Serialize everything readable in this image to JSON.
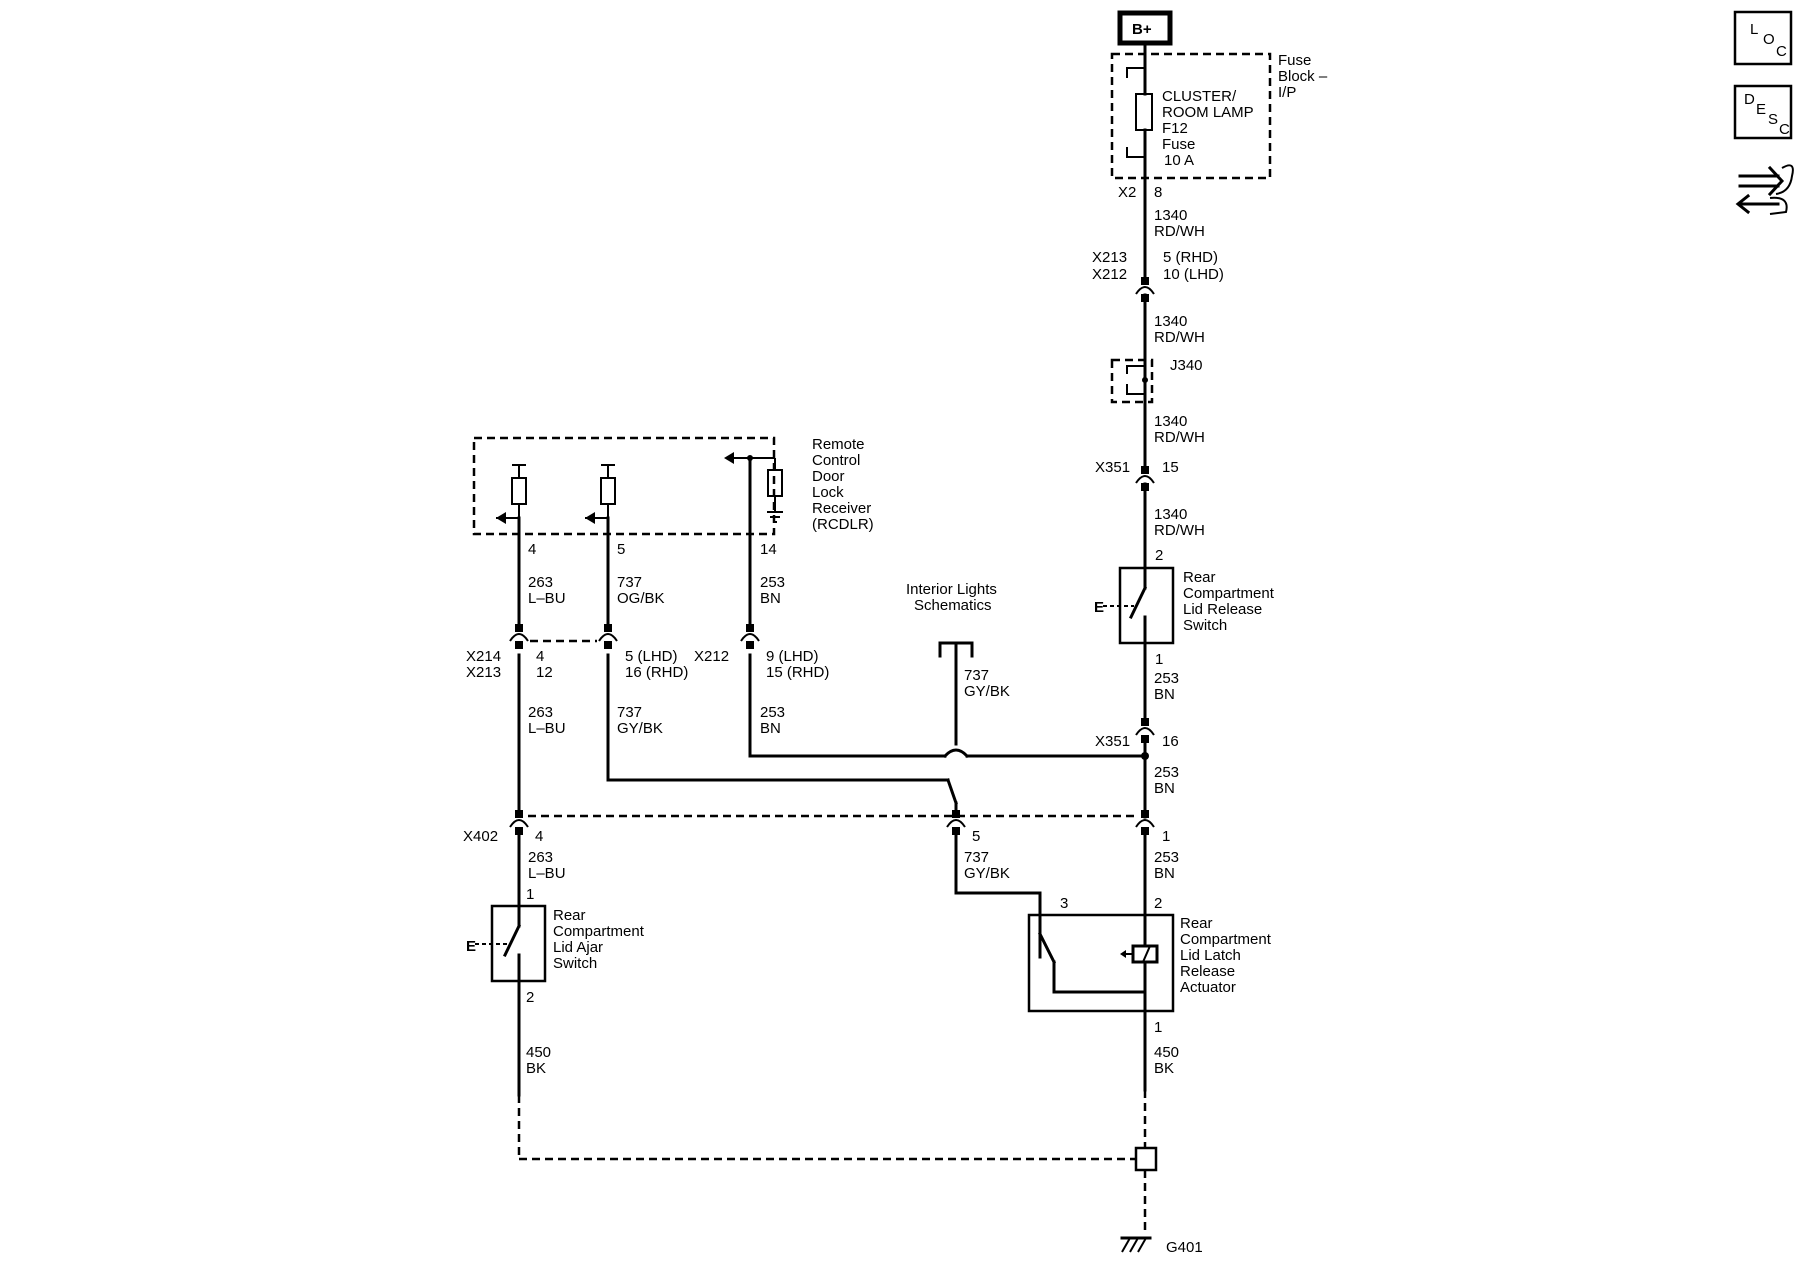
{
  "power": {
    "label": "B+"
  },
  "fuse_block": {
    "label_lines": [
      "Fuse",
      "Block –",
      "I/P"
    ],
    "fuse_lines": [
      "CLUSTER/",
      "ROOM LAMP",
      "F12",
      "Fuse",
      "10 A"
    ]
  },
  "nav_icons": {
    "loc": [
      "L",
      "O",
      "C"
    ],
    "desc": [
      "D",
      "E",
      "S",
      "C"
    ],
    "back_icon": "connector-arrows-icon"
  },
  "connectors": {
    "x2": {
      "name": "X2",
      "pin": "8"
    },
    "x213_x212_main": {
      "names": [
        "X213",
        "X212"
      ],
      "pins": [
        "5 (RHD)",
        "10 (LHD)"
      ]
    },
    "j340": {
      "name": "J340"
    },
    "x351_top": {
      "name": "X351",
      "pin": "15"
    },
    "x351_bottom": {
      "name": "X351",
      "pin": "16"
    },
    "x214_x213": {
      "names": [
        "X214",
        "X213"
      ],
      "pins": [
        "4",
        "12"
      ]
    },
    "x214_pin_737": {
      "pins": [
        "5 (LHD)",
        "16 (RHD)"
      ]
    },
    "x212_left": {
      "name": "X212",
      "pins": [
        "9 (LHD)",
        "15 (RHD)"
      ]
    },
    "x402": {
      "name": "X402",
      "pin_263": "4",
      "pin_737": "5",
      "pin_253": "1"
    },
    "ground": {
      "name": "G401"
    }
  },
  "wires": {
    "w1340_a": [
      "1340",
      "RD/WH"
    ],
    "w1340_b": [
      "1340",
      "RD/WH"
    ],
    "w1340_c": [
      "1340",
      "RD/WH"
    ],
    "w1340_d": [
      "1340",
      "RD/WH"
    ],
    "w263_a": [
      "263",
      "L–BU"
    ],
    "w263_b": [
      "263",
      "L–BU"
    ],
    "w263_c": [
      "263",
      "L–BU"
    ],
    "w737_a": [
      "737",
      "OG/BK"
    ],
    "w737_b": [
      "737",
      "GY/BK"
    ],
    "w737_c": [
      "737",
      "GY/BK"
    ],
    "w737_d": [
      "737",
      "GY/BK"
    ],
    "w253_a": [
      "253",
      "BN"
    ],
    "w253_b": [
      "253",
      "BN"
    ],
    "w253_c": [
      "253",
      "BN"
    ],
    "w253_d": [
      "253",
      "BN"
    ],
    "w253_e": [
      "253",
      "BN"
    ],
    "w450_a": [
      "450",
      "BK"
    ],
    "w450_b": [
      "450",
      "BK"
    ]
  },
  "components": {
    "rcdlr": {
      "label_lines": [
        "Remote",
        "Control",
        "Door",
        "Lock",
        "Receiver",
        "(RCDLR)"
      ],
      "pins": [
        "4",
        "5",
        "14"
      ]
    },
    "interior_lights": {
      "label_lines": [
        "Interior Lights",
        "Schematics"
      ]
    },
    "lid_release_switch": {
      "label_lines": [
        "Rear",
        "Compartment",
        "Lid Release",
        "Switch"
      ],
      "pin_top": "2",
      "pin_bottom": "1",
      "e_mark": "E"
    },
    "lid_ajar_switch": {
      "label_lines": [
        "Rear",
        "Compartment",
        "Lid Ajar",
        "Switch"
      ],
      "pin_top": "1",
      "pin_bottom": "2",
      "e_mark": "E"
    },
    "latch_actuator": {
      "label_lines": [
        "Rear",
        "Compartment",
        "Lid Latch",
        "Release",
        "Actuator"
      ],
      "pin_left": "3",
      "pin_top": "2",
      "pin_bottom": "1"
    }
  }
}
